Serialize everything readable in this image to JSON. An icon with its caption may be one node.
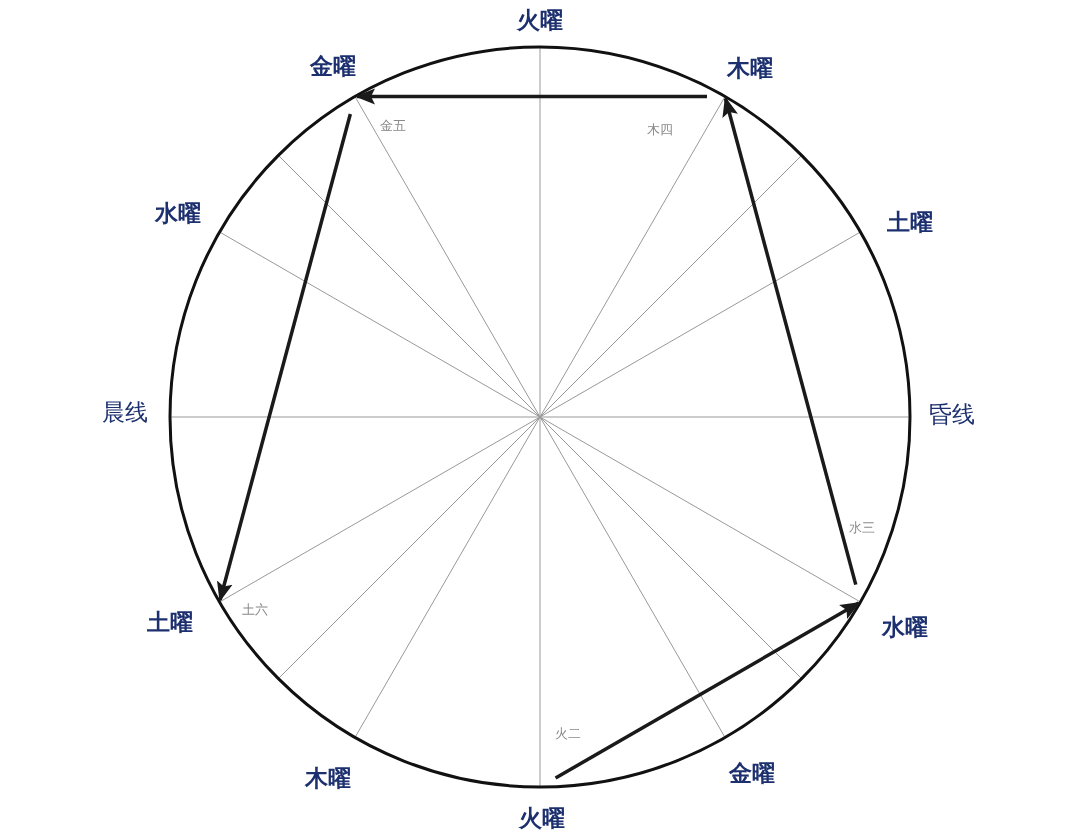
{
  "diagram": {
    "nodes": [
      {
        "text": [
          "金曜"
        ]
      },
      {
        "text": [
          "木曜"
        ]
      },
      {
        "text": [
          "土曜"
        ]
      },
      {
        "text": [
          "水曜"
        ]
      },
      {
        "text": [
          "火曜"
        ]
      }
    ],
    "edges": [
      {
        "from": 4,
        "to": 3,
        "arrow": "to"
      },
      {
        "from": 3,
        "to": 1,
        "arrow": "to"
      },
      {
        "from": 1,
        "to": 0,
        "arrow": "to"
      },
      {
        "from": 0,
        "to": 2,
        "arrow": "to"
      }
    ],
    "labels": [
      "火曜",
      "金五",
      "木四",
      "水曜",
      "土曜",
      "晨线",
      "昏线",
      "水三",
      "土六",
      "火二",
      "木曜",
      "金曜"
    ]
  }
}
